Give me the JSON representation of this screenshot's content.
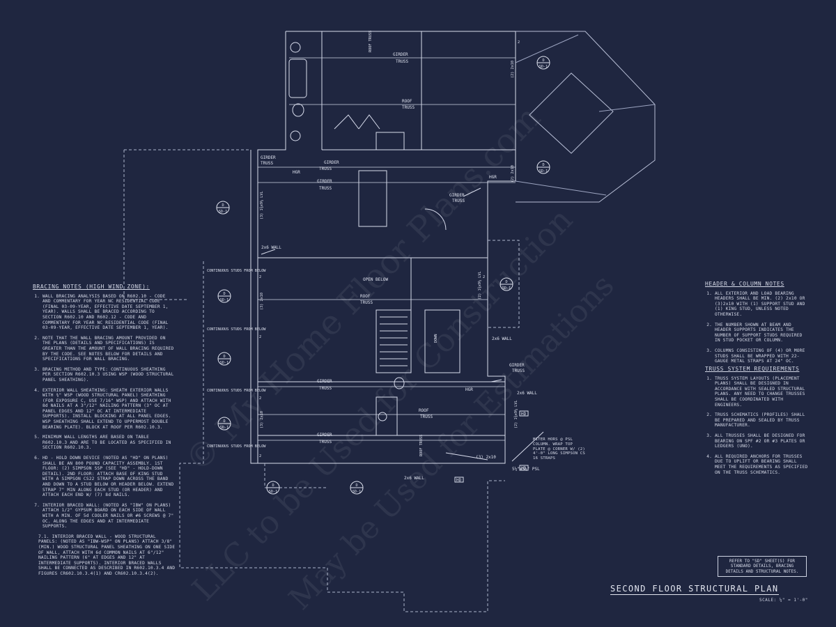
{
  "title": "SECOND FLOOR STRUCTURAL PLAN",
  "scale": "SCALE: ¼\" = 1'-0\"",
  "watermark": {
    "line1": "© My Home Floor Plans.com",
    "line2": "LLC to be Used for Construction",
    "line3": "May be Used for Estimations"
  },
  "reference_note": "REFER TO \"SD\" SHEET(S) FOR STANDARD DETAILS, BRACING DETAILS AND STRUCTURAL NOTES.",
  "bracing_notes": {
    "heading": "BRACING NOTES (HIGH WIND ZONE):",
    "items": [
      {
        "text": "WALL BRACING ANALYSIS BASED ON R602.10 - CODE AND COMMENTARY FOR YEAR NC RESIDENTIAL CODE (FINAL 03-09-YEAR, EFFECTIVE DATE SEPTEMBER 1, YEAR). WALLS SHALL BE BRACED ACCORDING TO SECTION R602.10 AND R602.12 - CODE AND COMMENTARY FOR YEAR NC RESIDENTIAL CODE (FINAL 03-09-YEAR, EFFECTIVE DATE SEPTEMBER 1, YEAR)."
      },
      {
        "text": "NOTE THAT THE WALL BRACING AMOUNT PROVIDED ON THE PLANS (DETAILS AND SPECIFICATIONS) IS GREATER THAN THE AMOUNT OF WALL BRACING REQUIRED BY THE CODE. SEE NOTES BELOW FOR DETAILS AND SPECIFICATIONS FOR WALL BRACING."
      },
      {
        "text": "BRACING METHOD AND TYPE: CONTINUOUS SHEATHING PER SECTION R602.10.3 USING WSP (WOOD STRUCTURAL PANEL SHEATHING)."
      },
      {
        "text": "EXTERIOR WALL SHEATHING: SHEATH EXTERIOR WALLS WITH ⅜\" WSP (WOOD STRUCTURAL PANEL) SHEATHING (FOR EXPOSURE C, USE 7/16\" WSP) AND ATTACH WITH 8d NAILS AT A 3\"/12\" NAILING PATTERN (3\" OC AT PANEL EDGES AND 12\" OC AT INTERMEDIATE SUPPORTS). INSTALL BLOCKING AT ALL PANEL EDGES. WSP SHEATHING SHALL EXTEND TO UPPERMOST DOUBLE BEARING PLATE). BLOCK AT ROOF PER R602.10.3."
      },
      {
        "text": "MINIMUM WALL LENGTHS ARE BASED ON TABLE R602.10.3 AND ARE TO BE LOCATED AS SPECIFIED IN SECTION R602.10.3."
      },
      {
        "text": "HD - HOLD DOWN DEVICE (NOTED AS \"HD\" ON PLANS) SHALL BE AN 800 POUND CAPACITY ASSEMBLY. 1ST FLOOR: (2) SIMPSON SSP (SEE \"HD\" - HOLD-DOWN DETAIL). 2ND FLOOR: ATTACH BASE OF KING STUD WITH A SIMPSON CS22 STRAP DOWN ACROSS THE BAND AND DOWN TO A STUD BELOW OR HEADER BELOW. EXTEND STRAP 7\" MIN ALONG EACH STUD (OR HEADER) AND ATTACH EACH END W/ (7) 8d NAILS."
      },
      {
        "text": "INTERIOR BRACED WALL: (NOTED AS \"IBW\" ON PLANS) ATTACH 1/2\" GYPSUM BOARD ON EACH SIDE OF WALL WITH A MIN. OF 5d COOLER NAILS OR #6 SCREWS @ 7\" OC. ALONG THE EDGES AND AT INTERMEDIATE SUPPORTS."
      },
      {
        "text": "7.1. INTERIOR BRACED WALL - WOOD STRUCTURAL PANELS: (NOTED AS \"IBW-WSP\" ON PLANS) ATTACH 3/8\" (MIN.) WOOD STRUCTURAL PANEL SHEATHING ON ONE SIDE OF WALL, ATTACH WITH 6d COMMON NAILS AT 6\"/12\" NAILING PATTERN (6\" AT EDGES AND 12\" AT INTERMEDIATE SUPPORTS). INTERIOR BRACED WALLS SHALL BE CONNECTED AS DESCRIBED IN R602.10.3.4 AND FIGURES CR602.10.3.4(1) AND CR602.10.3.4(2)."
      }
    ]
  },
  "header_column_notes": {
    "heading": "HEADER & COLUMN NOTES",
    "items": [
      {
        "text": "ALL EXTERIOR AND LOAD BEARING HEADERS SHALL BE MIN. (2) 2x10 OR (3)2x10 WITH (1) SUPPORT STUD AND (1) KING STUD, UNLESS NOTED OTHERWISE."
      },
      {
        "text": "THE NUMBER SHOWN AT BEAM AND HEADER SUPPORTS INDICATES THE NUMBER OF SUPPORT STUDS REQUIRED IN STUD POCKET OR COLUMN."
      },
      {
        "text": "COLUMNS CONSISTING OF (4) OR MORE STUDS SHALL BE WRAPPED WITH 22-GAUGE METAL STRAPS AT 24\" OC."
      }
    ]
  },
  "truss_notes": {
    "heading": "TRUSS SYSTEM REQUIREMENTS",
    "items": [
      {
        "text": "TRUSS SYSTEM LAYOUTS (PLACEMENT PLANS) SHALL BE DESIGNED IN ACCORDANCE WITH SEALED STRUCTURAL PLANS. ANY NEED TO CHANGE TRUSSES SHALL BE COORDINATED WITH ENGINEERS."
      },
      {
        "text": "TRUSS SCHEMATICS (PROFILES) SHALL BE PREPARED AND SEALED BY TRUSS MANUFACTURER."
      },
      {
        "text": "ALL TRUSSES SHALL BE DESIGNED FOR BEARING ON SPF #2 OR #3 PLATES OR LEDGERS (UNO)."
      },
      {
        "text": "ALL REQUIRED ANCHORS FOR TRUSSES DUE TO UPLIFT OR BEARING SHALL MEET THE REQUIREMENTS AS SPECIFIED ON THE TRUSS SCHEMATICS."
      }
    ]
  },
  "plan_labels": {
    "girder_truss": "GIRDER TRUSS",
    "girder": "GIRDER",
    "truss": "TRUSS",
    "roof_truss": "ROOF TRUSS",
    "roof": "ROOF",
    "hgr": "HGR",
    "wall_2x6": "2x6 WALL",
    "open_below": "OPEN BELOW",
    "continuous_studs": "CONTINUOUS STUDS FROM BELOW",
    "header_2x10": "(2) 2x10",
    "header_3_2x10": "(3) 2x10",
    "lvl_right": "(2) 1¾x9¼ LVL",
    "lvl_left": "(3) 1¾x9¼ LVL",
    "psl": "5¼\"x5¼\" PSL",
    "miter_note": "MITER HORS @ PSL COLUMN. WRAP TOP PLATE @ CORNER W/ (2) 4'-0\" LONG SIMPSON CS 16 STRAPS",
    "hd": "HD",
    "section_d": "D",
    "section_sheet": "SD-1",
    "stud_count": "2",
    "down": "DOWN"
  }
}
